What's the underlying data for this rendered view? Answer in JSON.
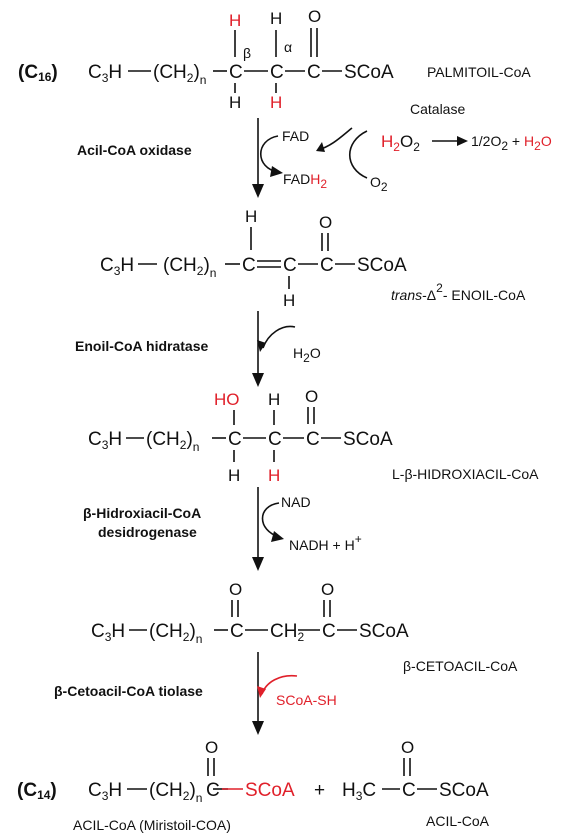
{
  "colors": {
    "ink": "#111111",
    "highlight": "#e0202a",
    "background": "#ffffff"
  },
  "tags": {
    "c16": "(C",
    "c16_sub": "16",
    "close": ")",
    "c14": "(C",
    "c14_sub": "14"
  },
  "atoms": {
    "c3h": "C",
    "c3h_sub": "3",
    "c3h_h": "H",
    "ch2_open": "(CH",
    "ch2_sub": "2",
    "ch2_close": ")",
    "n": "n",
    "C": "C",
    "H": "H",
    "O": "O",
    "HO": "HO",
    "SCoA": "SCoA",
    "ch2_mid": "CH",
    "ch2_mid_sub": "2",
    "h3c": "H",
    "h3c_sub": "3",
    "h3c_c": "C",
    "plus": "+",
    "beta": "β",
    "alpha": "α"
  },
  "compounds": {
    "palmitoil": "PALMITOIL-CoA",
    "enoil_prefix": "trans",
    "enoil_delta": "-Δ",
    "enoil_sup": "2",
    "enoil_rest": "- ENOIL-CoA",
    "hidroxiacil": "L-β-HIDROXIACIL-CoA",
    "cetoacil": "β-CETOACIL-CoA",
    "miristoil": "ACIL-CoA (Miristoil-COA)",
    "acil": "ACIL-CoA"
  },
  "enzymes": {
    "oxidase": "Acil-CoA oxidase",
    "catalase": "Catalase",
    "hidratase": "Enoil-CoA hidratase",
    "desidrogenase_l1": "β-Hidroxiacil-CoA",
    "desidrogenase_l2": "desidrogenase",
    "tiolase": "β-Cetoacil-CoA tiolase"
  },
  "cofactors": {
    "fad": "FAD",
    "fadh_fad": "FAD",
    "fadh_h": "H",
    "fadh_sub": "2",
    "h2o2_h": "H",
    "h2o2_sub": "2",
    "h2o2_o": "O",
    "h2o2_sub2": "2",
    "o2_o": "O",
    "o2_sub": "2",
    "half_o2": "1/2O",
    "half_o2_sub": "2",
    "half_o2_plus": " + ",
    "water_h": "H",
    "water_sub": "2",
    "water_o": "O",
    "nad": "NAD",
    "nadh": "NADH + H",
    "nadh_sup": "+",
    "scoash": "SCoA-SH"
  }
}
